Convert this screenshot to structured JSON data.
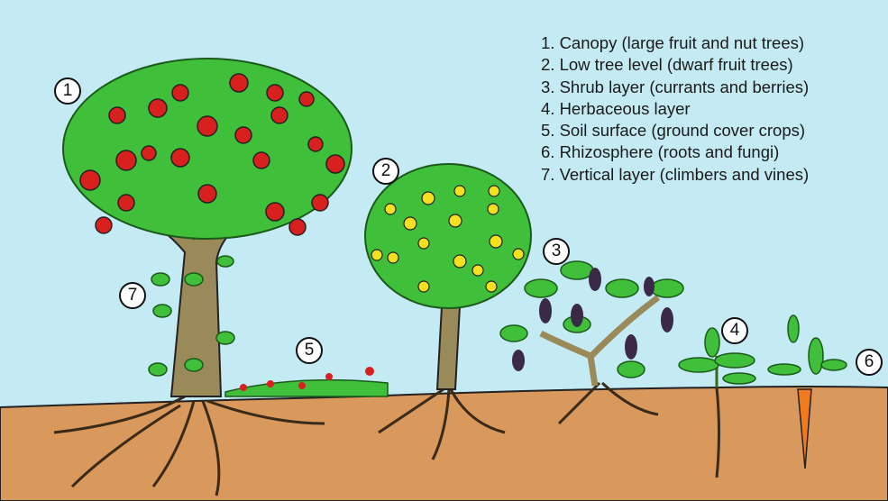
{
  "legend": {
    "items": [
      "1. Canopy (large fruit and nut trees)",
      "2. Low tree level (dwarf fruit trees)",
      "3. Shrub layer (currants and berries)",
      "4. Herbaceous layer",
      "5. Soil surface (ground cover crops)",
      "6. Rhizosphere (roots and fungi)",
      "7. Vertical layer (climbers and vines)"
    ]
  },
  "badges": [
    "1",
    "2",
    "3",
    "4",
    "5",
    "6",
    "7"
  ],
  "colors": {
    "sky": "#c4eaf4",
    "soil": "#d9985c",
    "leaf": "#3fbf3a",
    "trunk": "#9a8a5a",
    "apple": "#d8201e",
    "lemon": "#f5e020",
    "grape": "#3a2a48",
    "carrot": "#f07a1e"
  }
}
